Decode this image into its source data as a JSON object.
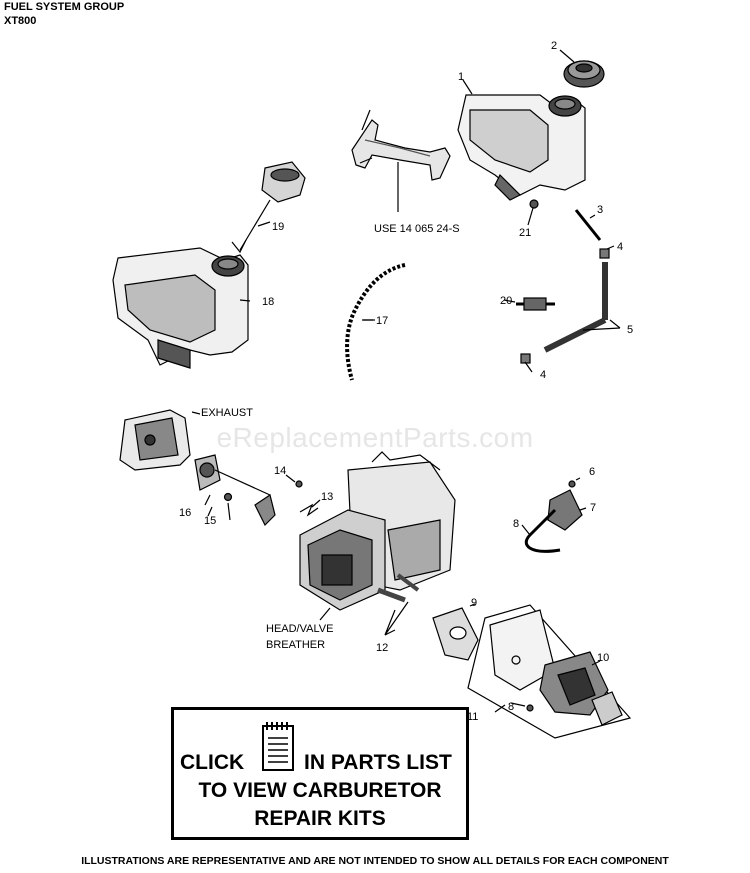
{
  "header": {
    "title": "FUEL SYSTEM GROUP",
    "model": "XT800"
  },
  "callouts": {
    "c1": "1",
    "c2": "2",
    "c3": "3",
    "c4a": "4",
    "c4b": "4",
    "c5": "5",
    "c6": "6",
    "c7": "7",
    "c8a": "8",
    "c8b": "8",
    "c9": "9",
    "c10": "10",
    "c11": "11",
    "c12": "12",
    "c13": "13",
    "c14": "14",
    "c15": "15",
    "c16": "16",
    "c17": "17",
    "c18": "18",
    "c19": "19",
    "c20": "20",
    "c21": "21"
  },
  "labels": {
    "use_note": "USE 14 065 24-S",
    "exhaust": "EXHAUST",
    "head_valve": "HEAD/VALVE",
    "breather": "BREATHER"
  },
  "watermark": "eReplacementParts.com",
  "repair_kit_box": {
    "click": "CLICK",
    "in_parts_list": "IN PARTS LIST",
    "line2": "TO VIEW CARBURETOR",
    "line3": "REPAIR KITS",
    "icon": "parts-list-book-icon"
  },
  "footer": "ILLUSTRATIONS ARE REPRESENTATIVE AND ARE NOT INTENDED TO SHOW ALL DETAILS FOR EACH COMPONENT"
}
